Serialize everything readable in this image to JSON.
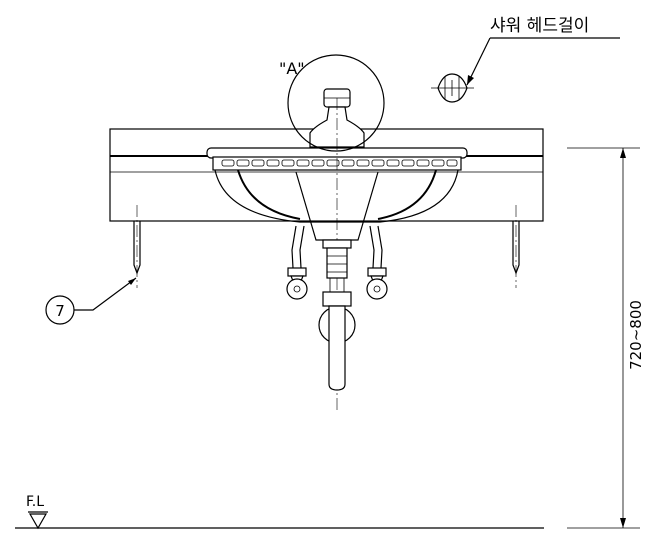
{
  "labels": {
    "detail_a": "\"A\"",
    "shower_head_holder": "샤워 헤드걸이",
    "item_number": "7",
    "height_dimension": "720~800",
    "floor_level": "F.L"
  },
  "icons": [
    "floor-level-triangle-icon",
    "item-balloon-icon"
  ]
}
